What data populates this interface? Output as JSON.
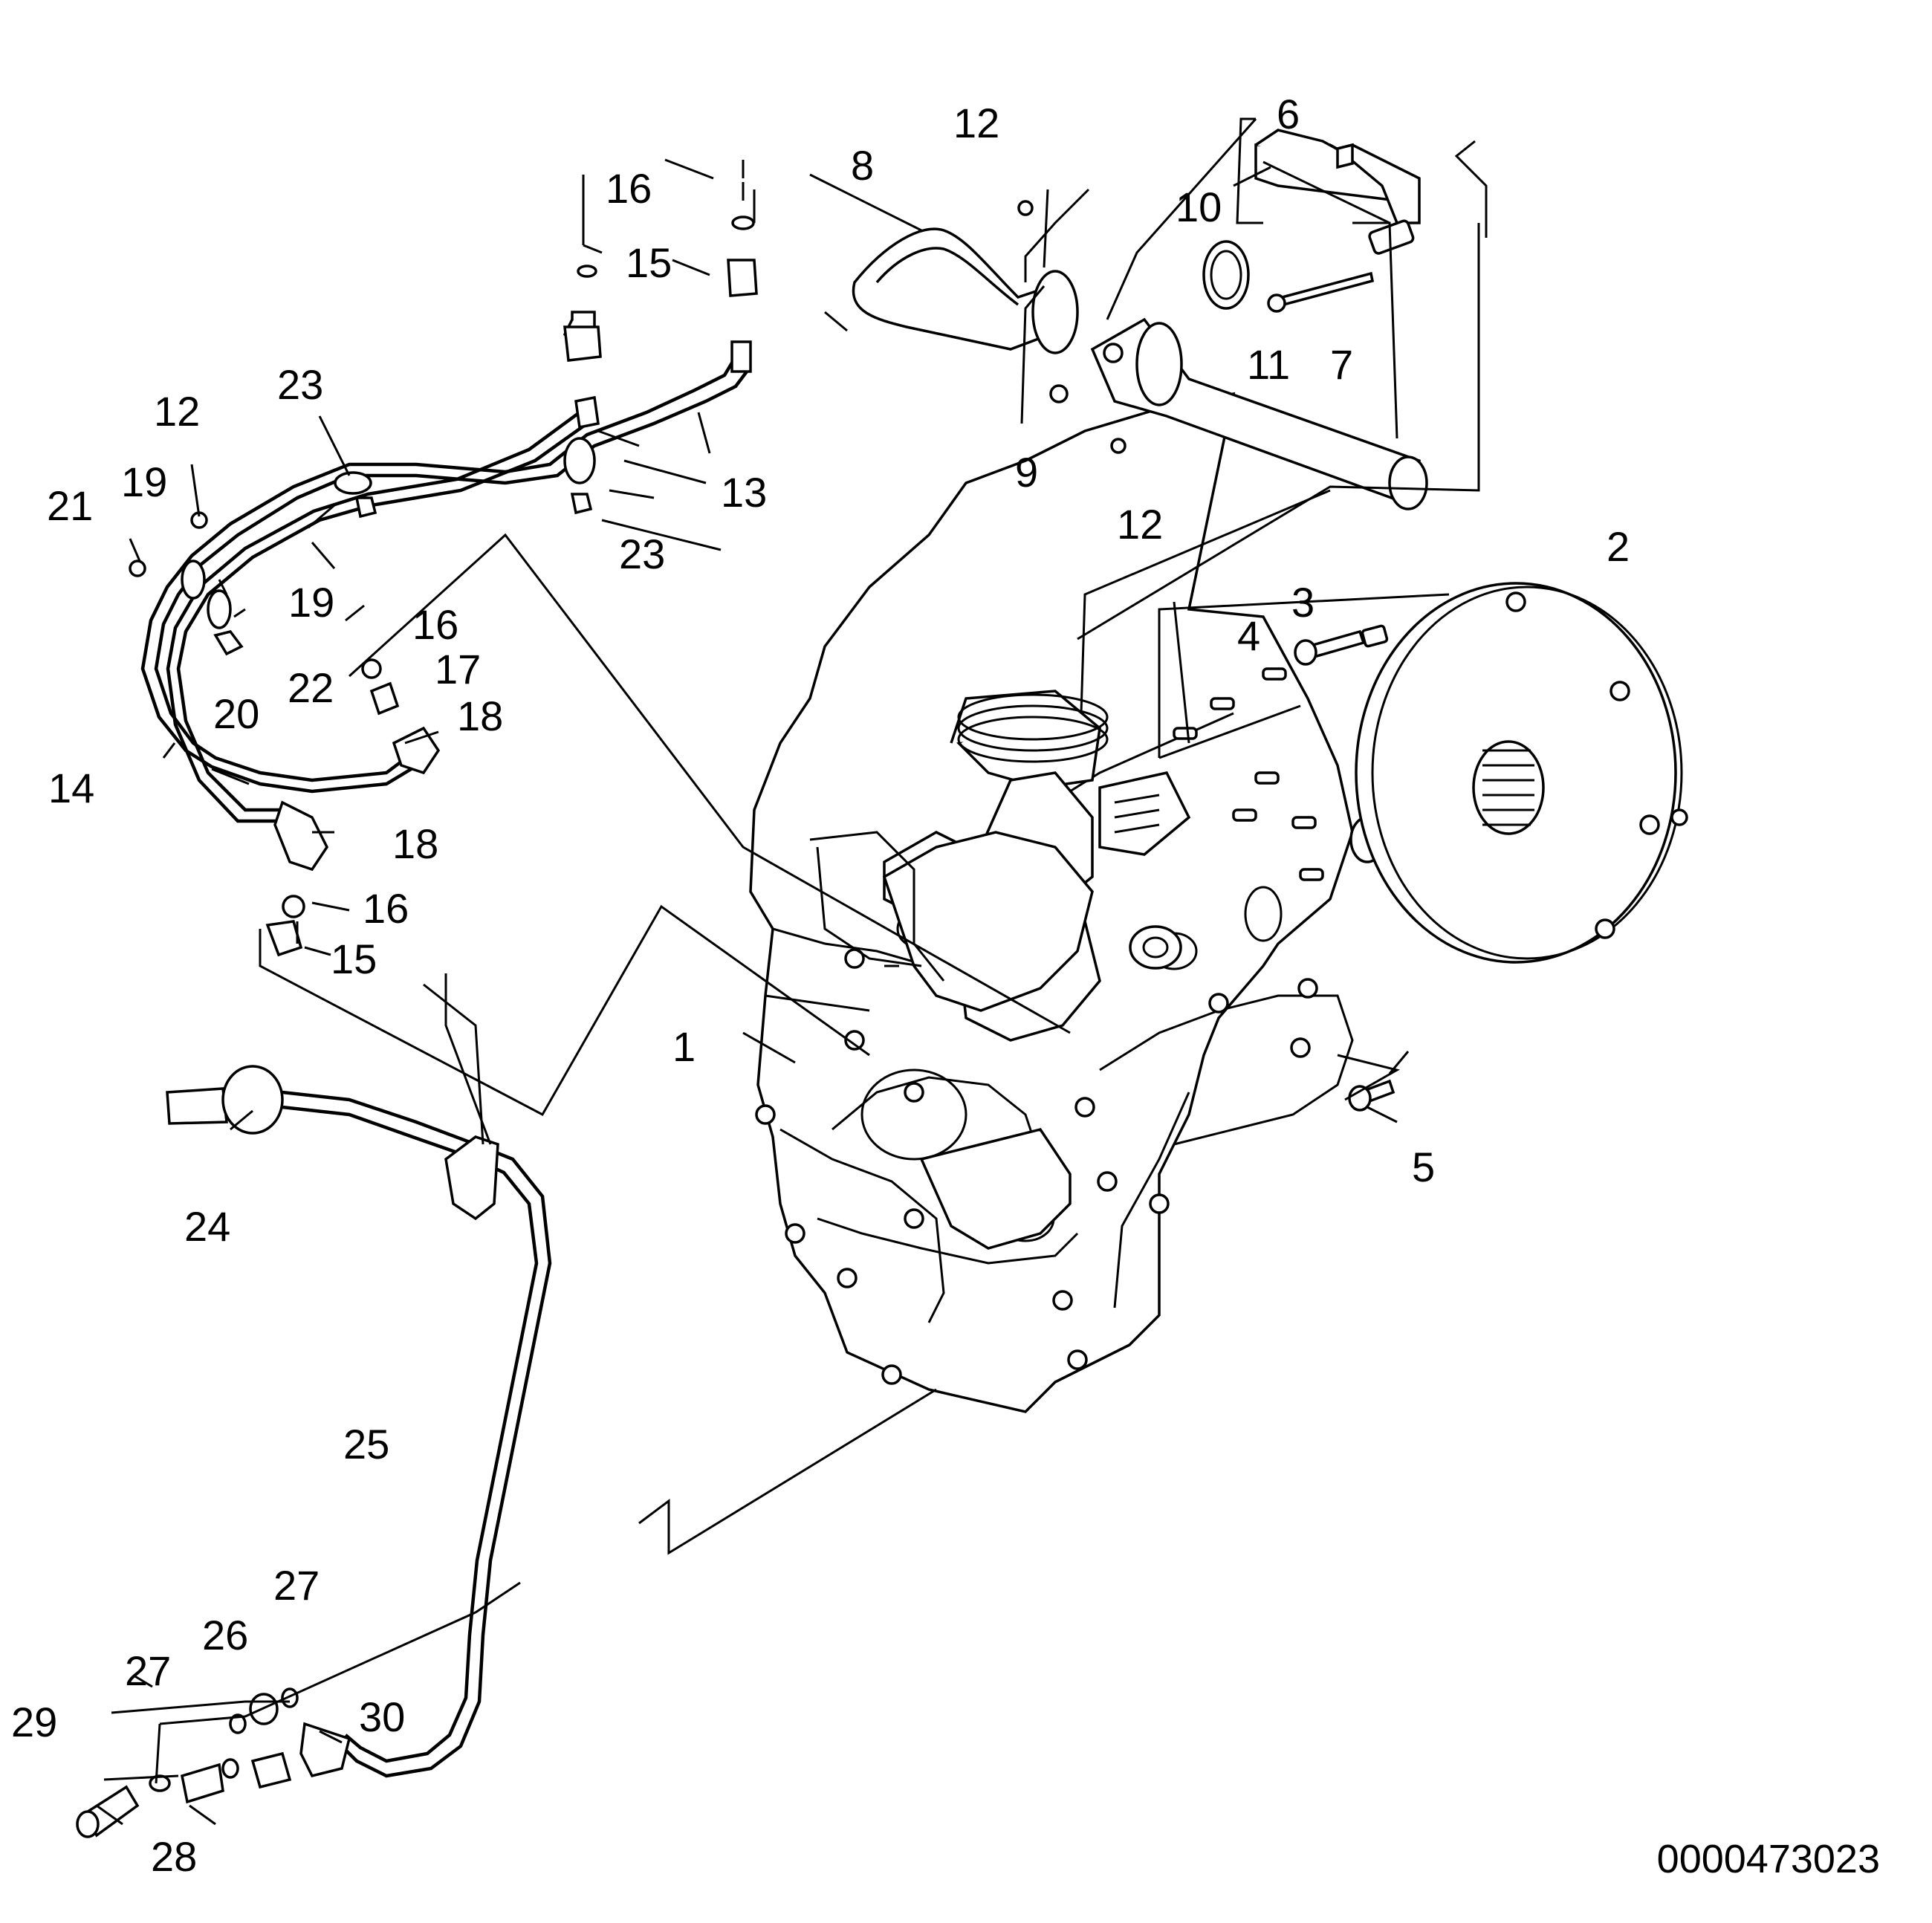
{
  "document_number": "0000473023",
  "part_labels": {
    "1": "1",
    "2": "2",
    "3": "3",
    "4": "4",
    "5": "5",
    "6": "6",
    "7": "7",
    "8": "8",
    "9": "9",
    "10": "10",
    "11": "11",
    "12": "12",
    "13": "13",
    "14": "14",
    "15": "15",
    "16": "16",
    "17": "17",
    "18": "18",
    "19": "19",
    "20": "20",
    "21": "21",
    "22": "22",
    "23": "23",
    "24": "24",
    "25": "25",
    "26": "26",
    "27": "27",
    "28": "28",
    "29": "29",
    "30": "30"
  },
  "colors": {
    "line": "#000000",
    "background": "#ffffff"
  }
}
